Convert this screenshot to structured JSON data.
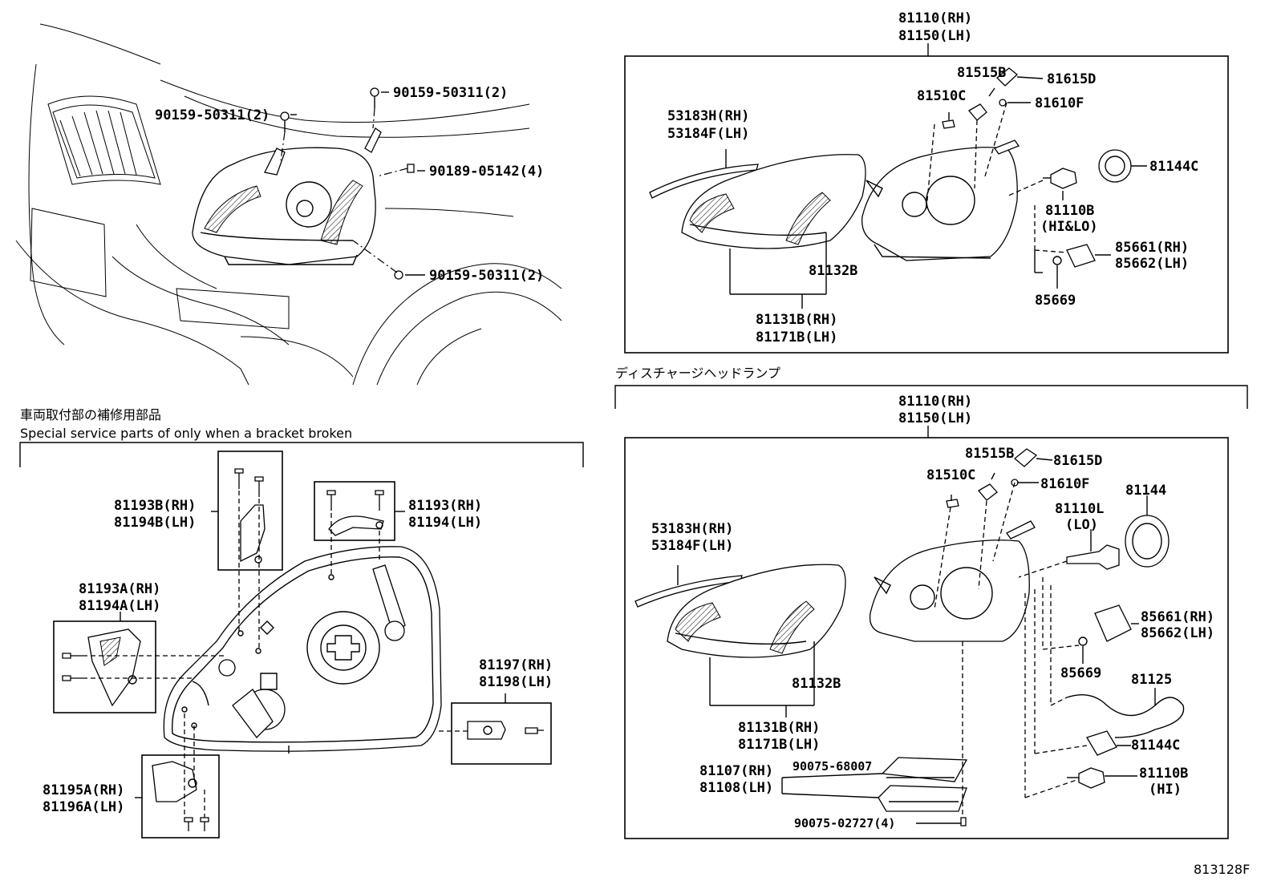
{
  "top_left": {
    "labels": [
      "90159-50311(2)",
      "90159-50311(2)",
      "90189-05142(4)",
      "90159-50311(2)"
    ]
  },
  "top_right": {
    "header": [
      "81110(RH)",
      "81150(LH)"
    ],
    "labels": {
      "l1": "81515B",
      "l2": "81615D",
      "l3": "81510C",
      "l4": "81610F",
      "l5a": "53183H(RH)",
      "l5b": "53184F(LH)",
      "l6": "81144C",
      "l7a": "81110B",
      "l7b": "(HI&LO)",
      "l8a": "85661(RH)",
      "l8b": "85662(LH)",
      "l9": "85669",
      "l10": "81132B",
      "l11a": "81131B(RH)",
      "l11b": "81171B(LH)"
    }
  },
  "bottom_left": {
    "title_jp": "車両取付部の補修用部品",
    "title_en": "Special service parts of only when a bracket broken",
    "labels": {
      "a1": "81193B(RH)",
      "a2": "81194B(LH)",
      "b1": "81193(RH)",
      "b2": "81194(LH)",
      "c1": "81193A(RH)",
      "c2": "81194A(LH)",
      "d1": "81197(RH)",
      "d2": "81198(LH)",
      "e1": "81195A(RH)",
      "e2": "81196A(LH)"
    }
  },
  "bottom_right": {
    "title_jp": "ディスチャージヘッドランプ",
    "header": [
      "81110(RH)",
      "81150(LH)"
    ],
    "labels": {
      "m1": "81515B",
      "m2": "81615D",
      "m3": "81510C",
      "m4": "81610F",
      "m5": "81144",
      "m6a": "81110L",
      "m6b": "(LO)",
      "m7a": "53183H(RH)",
      "m7b": "53184F(LH)",
      "m8a": "85661(RH)",
      "m8b": "85662(LH)",
      "m9": "85669",
      "m10": "81125",
      "m11": "81132B",
      "m12": "81144C",
      "m13a": "81131B(RH)",
      "m13b": "81171B(LH)",
      "m14a": "81107(RH)",
      "m14b": "81108(LH)",
      "m15": "90075-68007",
      "m16a": "81110B",
      "m16b": "(HI)",
      "m17": "90075-02727(4)"
    }
  },
  "figure_id": "813128F"
}
